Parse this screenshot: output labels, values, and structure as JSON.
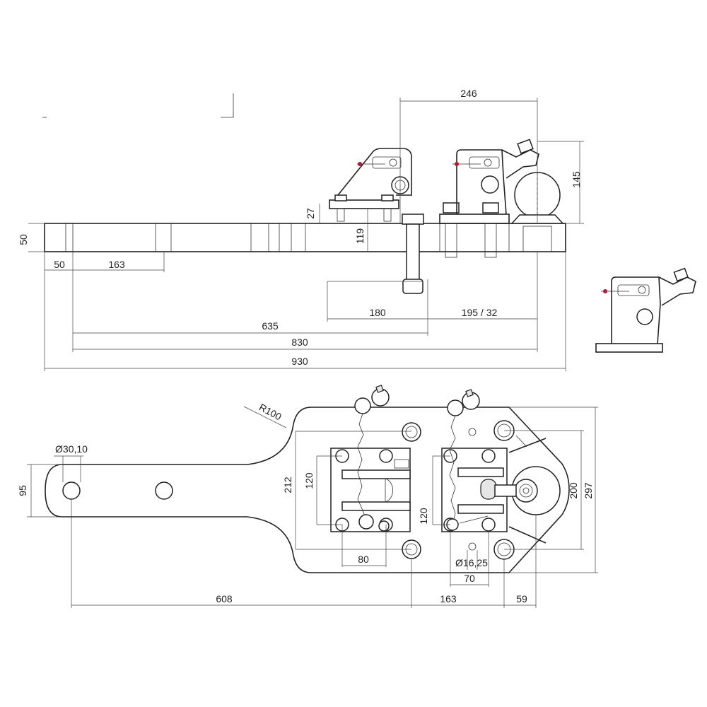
{
  "dimensions": {
    "top_246": "246",
    "top_145": "145",
    "top_27": "27",
    "top_119": "119",
    "top_50_height": "50",
    "top_50": "50",
    "top_163": "163",
    "top_180": "180",
    "top_195_32": "195 / 32",
    "top_635": "635",
    "top_830": "830",
    "top_930": "930",
    "plan_r100": "R100",
    "plan_dia_3010": "Ø30,10",
    "plan_95": "95",
    "plan_212": "212",
    "plan_120_left": "120",
    "plan_120_right": "120",
    "plan_80": "80",
    "plan_dia_1625": "Ø16,25",
    "plan_70": "70",
    "plan_200": "200",
    "plan_297": "297",
    "plan_608": "608",
    "plan_163": "163",
    "plan_59": "59"
  },
  "colors": {
    "line": "#222222",
    "accent": "#c8102e"
  }
}
